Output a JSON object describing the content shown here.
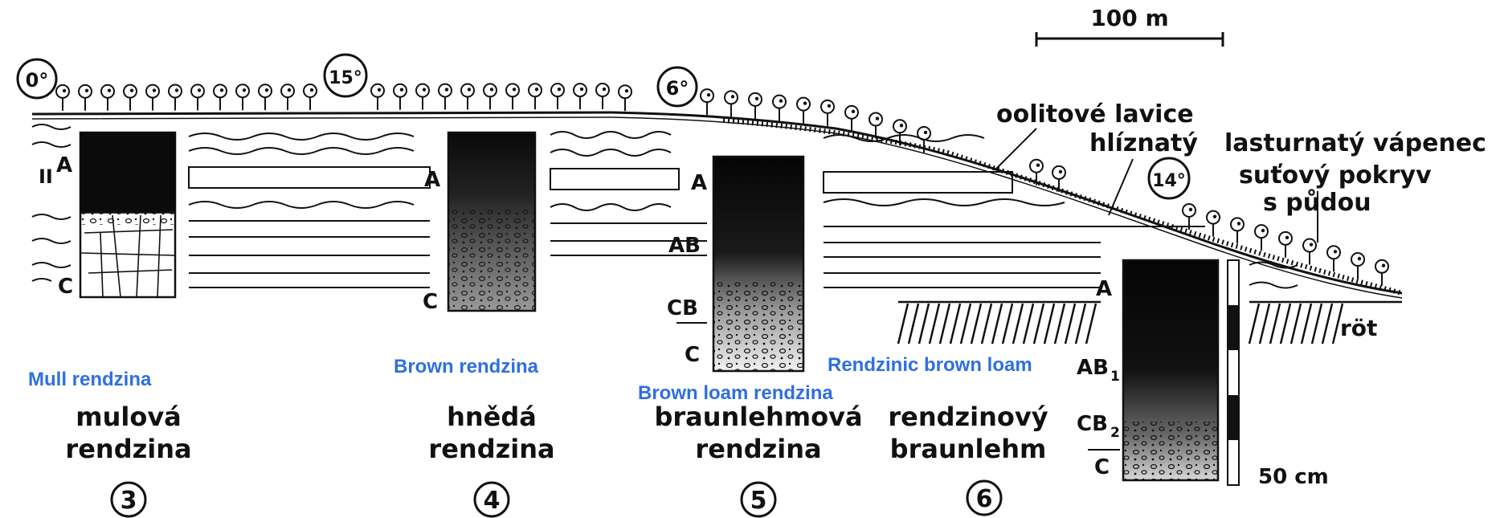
{
  "scale": {
    "label": "100 m"
  },
  "slope_angles": [
    "0°",
    "15°",
    "6°",
    "14°"
  ],
  "horizon_labels": {
    "p3": [
      "A",
      "C"
    ],
    "p4": [
      "A",
      "C"
    ],
    "p5": [
      "A",
      "AB",
      "CB",
      "C"
    ],
    "p6": [
      "A",
      "AB",
      "1",
      "CB",
      "2",
      "C"
    ]
  },
  "geology_labels": {
    "oolitove": "oolitové lavice",
    "hliznaty": "hlíznatý",
    "lasturnaty": "lasturnatý vápenec",
    "sutovy": "suťový pokryv",
    "spudou": "s půdou",
    "rot": "röt"
  },
  "depth_scale": {
    "label": "50 cm"
  },
  "soils": [
    {
      "number": "3",
      "name_line1": "mulová",
      "name_line2": "rendzina",
      "english": "Mull rendzina"
    },
    {
      "number": "4",
      "name_line1": "hnědá",
      "name_line2": "rendzina",
      "english": "Brown rendzina"
    },
    {
      "number": "5",
      "name_line1": "braunlehmová",
      "name_line2": "rendzina",
      "english": "Brown loam rendzina"
    },
    {
      "number": "6",
      "name_line1": "rendzinový",
      "name_line2": "braunlehm",
      "english": "Rendzinic brown loam"
    }
  ],
  "colors": {
    "ink": "#111111",
    "english_label": "#2f6fe0",
    "background": "#ffffff"
  }
}
